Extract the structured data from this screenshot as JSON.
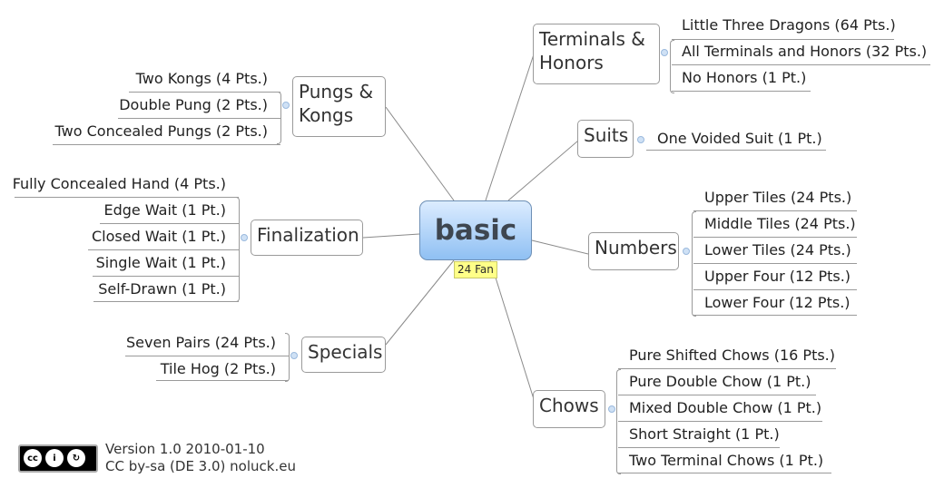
{
  "central": {
    "label": "basic",
    "note": "24 Fan"
  },
  "branches": {
    "terminals": {
      "label": "Terminals & Honors",
      "items": [
        "Little Three Dragons (64 Pts.)",
        "All Terminals and Honors (32 Pts.)",
        "No Honors (1 Pt.)"
      ]
    },
    "suits": {
      "label": "Suits",
      "items": [
        "One Voided Suit (1 Pt.)"
      ]
    },
    "numbers": {
      "label": "Numbers",
      "items": [
        "Upper Tiles (24 Pts.)",
        "Middle Tiles (24 Pts.)",
        "Lower Tiles (24 Pts.)",
        "Upper Four (12 Pts.)",
        "Lower Four (12 Pts.)"
      ]
    },
    "chows": {
      "label": "Chows",
      "items": [
        "Pure Shifted Chows (16 Pts.)",
        "Pure Double Chow (1 Pt.)",
        "Mixed Double Chow (1 Pt.)",
        "Short Straight (1 Pt.)",
        "Two Terminal Chows (1 Pt.)"
      ]
    },
    "pungs": {
      "label": "Pungs & Kongs",
      "items": [
        "Two Kongs (4 Pts.)",
        "Double Pung (2 Pts.)",
        "Two Concealed Pungs (2 Pts.)"
      ]
    },
    "finalization": {
      "label": "Finalization",
      "items": [
        "Fully Concealed Hand (4 Pts.)",
        "Edge Wait (1 Pt.)",
        "Closed Wait (1 Pt.)",
        "Single Wait (1 Pt.)",
        "Self-Drawn (1 Pt.)"
      ]
    },
    "specials": {
      "label": "Specials",
      "items": [
        "Seven Pairs (24 Pts.)",
        "Tile Hog (2 Pts.)"
      ]
    }
  },
  "footer": {
    "icon": "cc-by-sa-badge",
    "line1": "Version 1.0 2010-01-10",
    "line2": "CC by-sa (DE 3.0) noluck.eu"
  }
}
